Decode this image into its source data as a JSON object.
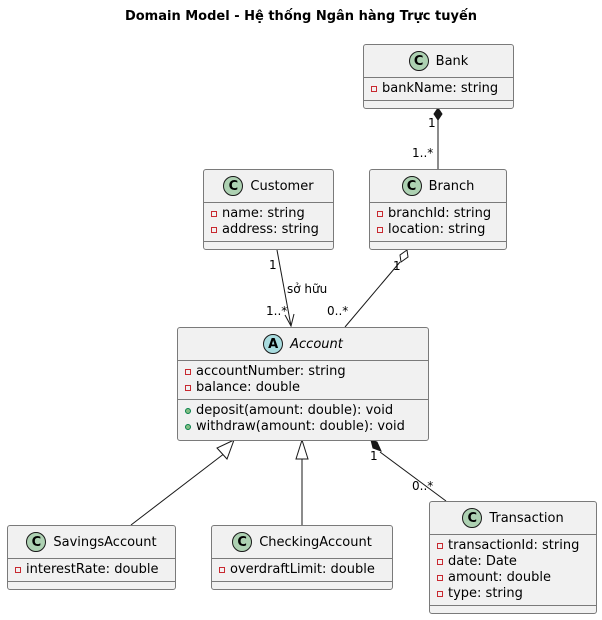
{
  "title": "Domain Model - Hệ thống Ngân hàng Trực tuyến",
  "classes": {
    "bank": {
      "stereotype": "C",
      "name": "Bank",
      "attributes": [
        "bankName: string"
      ],
      "methods": []
    },
    "customer": {
      "stereotype": "C",
      "name": "Customer",
      "attributes": [
        "name: string",
        "address: string"
      ],
      "methods": []
    },
    "branch": {
      "stereotype": "C",
      "name": "Branch",
      "attributes": [
        "branchId: string",
        "location: string"
      ],
      "methods": []
    },
    "account": {
      "stereotype": "A",
      "name": "Account",
      "abstract": true,
      "attributes": [
        "accountNumber: string",
        "balance: double"
      ],
      "methods": [
        "deposit(amount: double): void",
        "withdraw(amount: double): void"
      ]
    },
    "savings": {
      "stereotype": "C",
      "name": "SavingsAccount",
      "attributes": [
        "interestRate: double"
      ],
      "methods": []
    },
    "checking": {
      "stereotype": "C",
      "name": "CheckingAccount",
      "attributes": [
        "overdraftLimit: double"
      ],
      "methods": []
    },
    "transaction": {
      "stereotype": "C",
      "name": "Transaction",
      "attributes": [
        "transactionId: string",
        "date: Date",
        "amount: double",
        "type: string"
      ],
      "methods": []
    }
  },
  "relations": {
    "bank_branch": {
      "type": "composition",
      "from": "Bank",
      "to": "Branch",
      "from_mult": "1",
      "to_mult": "1..*"
    },
    "customer_account": {
      "type": "association",
      "from": "Customer",
      "to": "Account",
      "from_mult": "1",
      "to_mult": "1..*",
      "label": "sở hữu"
    },
    "branch_account": {
      "type": "aggregation",
      "from": "Branch",
      "to": "Account",
      "from_mult": "1",
      "to_mult": "0..*"
    },
    "savings_account": {
      "type": "generalization",
      "from": "SavingsAccount",
      "to": "Account"
    },
    "checking_account": {
      "type": "generalization",
      "from": "CheckingAccount",
      "to": "Account"
    },
    "account_transaction": {
      "type": "composition",
      "from": "Account",
      "to": "Transaction",
      "from_mult": "1",
      "to_mult": "0..*"
    }
  },
  "colors": {
    "class_fill": "#f1f1f1",
    "class_border": "#7a7a7a",
    "class_badge": "#add1b2",
    "abstract_badge": "#a9dcdf",
    "private_marker": "#c82930",
    "public_marker": "#84be84"
  }
}
